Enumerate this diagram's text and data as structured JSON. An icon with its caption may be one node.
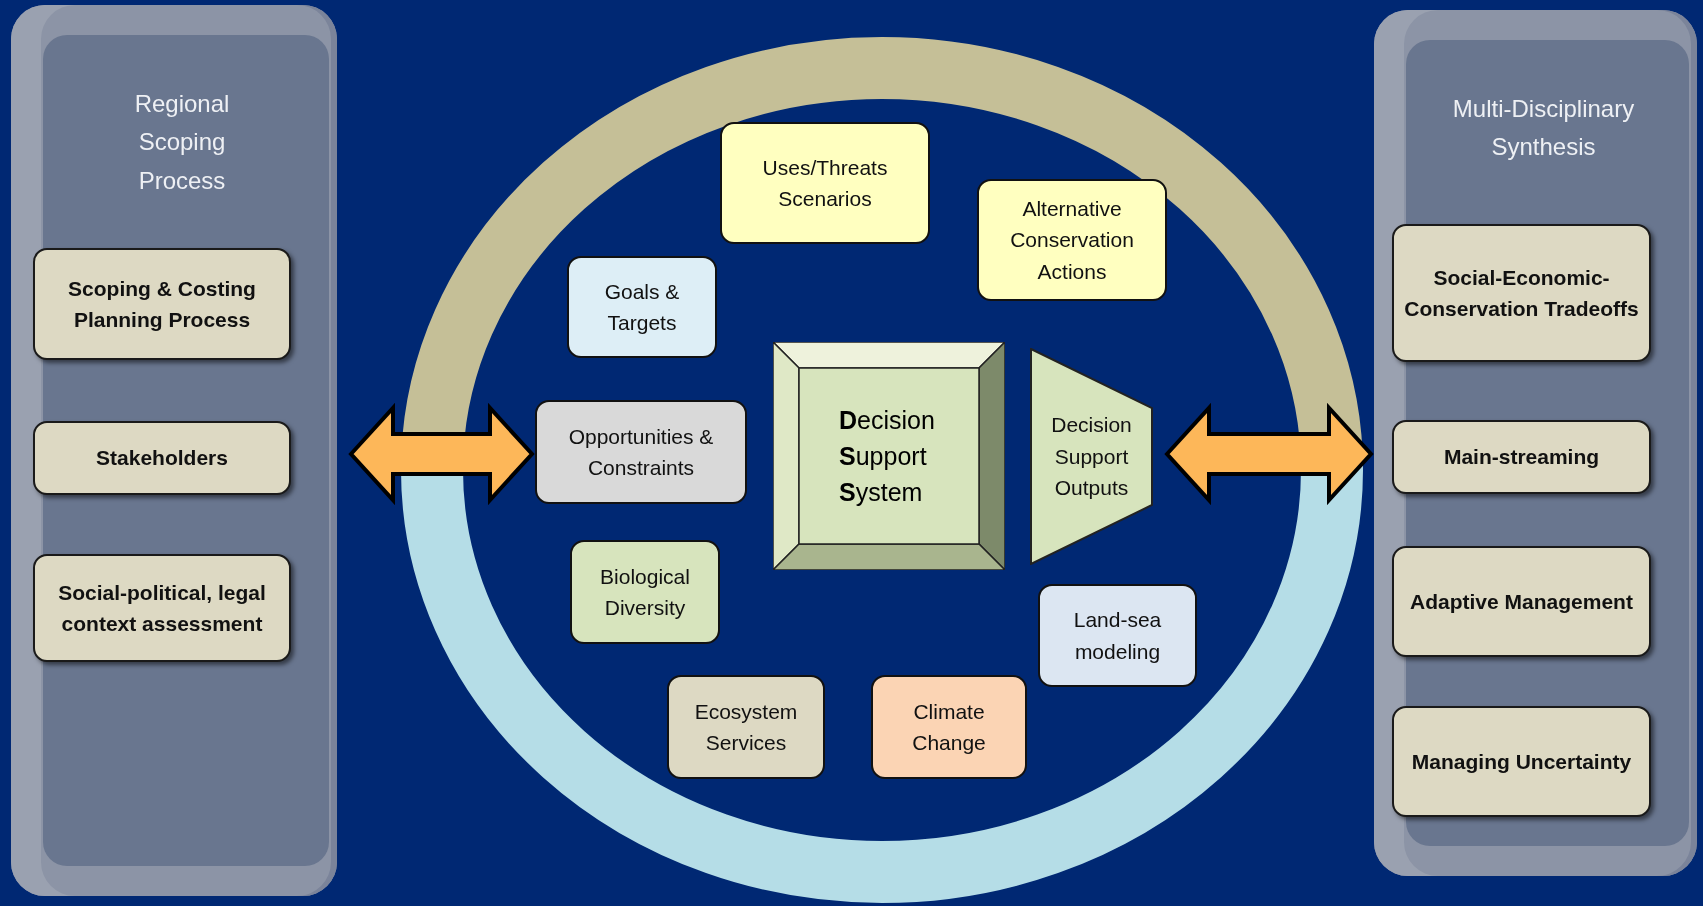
{
  "diagram": {
    "nodes": [
      {
        "text": [
          "Regional Scoping Process"
        ]
      },
      {
        "text": [
          "Scoping & Costing Planning Process"
        ],
        "in": 0
      },
      {
        "text": [
          "Stakeholders"
        ],
        "in": 0
      },
      {
        "text": [
          "Social-political, legal context assessment"
        ],
        "in": 0
      },
      {
        "text": [
          "Uses/Threats Scenarios"
        ]
      },
      {
        "text": [
          "Alternative Conservation Actions"
        ]
      },
      {
        "text": [
          "Goals & Targets"
        ]
      },
      {
        "text": [
          "Opportunities & Constraints"
        ]
      },
      {
        "text": [
          "**D**ecision **S**upport **S**ystem"
        ]
      },
      {
        "text": [
          "Decision Support Outputs"
        ]
      },
      {
        "text": [
          "Biological Diversity"
        ]
      },
      {
        "text": [
          "Land-sea modeling"
        ]
      },
      {
        "text": [
          "Ecosystem Services"
        ]
      },
      {
        "text": [
          "Climate Change"
        ]
      },
      {
        "text": [
          "Multi-Disciplinary Synthesis"
        ]
      },
      {
        "text": [
          "Social-Economic-Conservation Tradeoffs"
        ],
        "in": 14
      },
      {
        "text": [
          "Main-streaming"
        ],
        "in": 14
      },
      {
        "text": [
          "Adaptive Management"
        ],
        "in": 14
      },
      {
        "text": [
          "Managing Uncertainty"
        ],
        "in": 14
      }
    ],
    "edges": [
      {
        "from": 0,
        "to": 7,
        "arrow": "both",
        "style": "thick"
      },
      {
        "from": 9,
        "to": 14,
        "arrow": "both",
        "style": "thick"
      }
    ]
  }
}
